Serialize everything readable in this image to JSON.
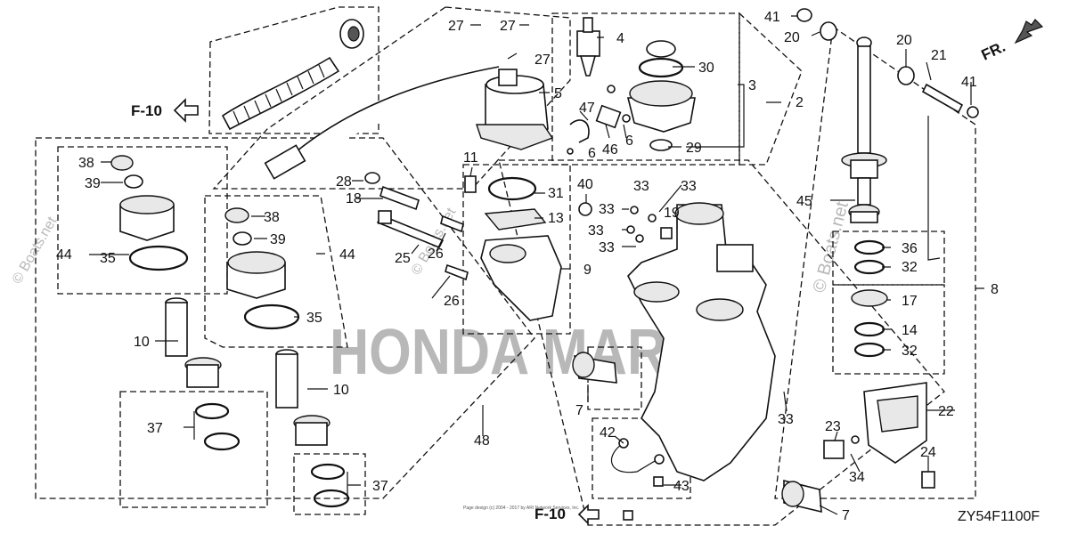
{
  "callouts": [
    {
      "id": "c41a",
      "text": "41"
    },
    {
      "id": "c20a",
      "text": "20"
    },
    {
      "id": "c27a",
      "text": "27"
    },
    {
      "id": "c27b",
      "text": "27"
    },
    {
      "id": "c27c",
      "text": "27"
    },
    {
      "id": "c4",
      "text": "4"
    },
    {
      "id": "c30",
      "text": "30"
    },
    {
      "id": "c3",
      "text": "3"
    },
    {
      "id": "c5",
      "text": "5"
    },
    {
      "id": "c2",
      "text": "2"
    },
    {
      "id": "c47",
      "text": "47"
    },
    {
      "id": "c6a",
      "text": "6"
    },
    {
      "id": "c46",
      "text": "46"
    },
    {
      "id": "c6b",
      "text": "6"
    },
    {
      "id": "c29",
      "text": "29"
    },
    {
      "id": "c20b",
      "text": "20"
    },
    {
      "id": "c21",
      "text": "21"
    },
    {
      "id": "c41b",
      "text": "41"
    },
    {
      "id": "c38a",
      "text": "38"
    },
    {
      "id": "c39a",
      "text": "39"
    },
    {
      "id": "c11",
      "text": "11"
    },
    {
      "id": "c28",
      "text": "28"
    },
    {
      "id": "c18",
      "text": "18"
    },
    {
      "id": "c31",
      "text": "31"
    },
    {
      "id": "c40",
      "text": "40"
    },
    {
      "id": "c33a",
      "text": "33"
    },
    {
      "id": "c33b",
      "text": "33"
    },
    {
      "id": "c33c",
      "text": "33"
    },
    {
      "id": "c33d",
      "text": "33"
    },
    {
      "id": "c33e",
      "text": "33"
    },
    {
      "id": "c19",
      "text": "19"
    },
    {
      "id": "c13",
      "text": "13"
    },
    {
      "id": "c38b",
      "text": "38"
    },
    {
      "id": "c39b",
      "text": "39"
    },
    {
      "id": "c44a",
      "text": "44"
    },
    {
      "id": "c35a",
      "text": "35"
    },
    {
      "id": "c44b",
      "text": "44"
    },
    {
      "id": "c25",
      "text": "25"
    },
    {
      "id": "c26a",
      "text": "26"
    },
    {
      "id": "c26b",
      "text": "26"
    },
    {
      "id": "c9",
      "text": "9"
    },
    {
      "id": "c45",
      "text": "45"
    },
    {
      "id": "c36",
      "text": "36"
    },
    {
      "id": "c32a",
      "text": "32"
    },
    {
      "id": "c8",
      "text": "8"
    },
    {
      "id": "c17",
      "text": "17"
    },
    {
      "id": "c14",
      "text": "14"
    },
    {
      "id": "c32b",
      "text": "32"
    },
    {
      "id": "c35b",
      "text": "35"
    },
    {
      "id": "c10a",
      "text": "10"
    },
    {
      "id": "c10b",
      "text": "10"
    },
    {
      "id": "c7a",
      "text": "7"
    },
    {
      "id": "c33f",
      "text": "33"
    },
    {
      "id": "c22",
      "text": "22"
    },
    {
      "id": "c37a",
      "text": "37"
    },
    {
      "id": "c48",
      "text": "48"
    },
    {
      "id": "c42",
      "text": "42"
    },
    {
      "id": "c23",
      "text": "23"
    },
    {
      "id": "c34",
      "text": "34"
    },
    {
      "id": "c24",
      "text": "24"
    },
    {
      "id": "c43",
      "text": "43"
    },
    {
      "id": "c37b",
      "text": "37"
    },
    {
      "id": "c7b",
      "text": "7"
    }
  ],
  "page_refs": {
    "top_left": "F-10",
    "bottom": "F-10"
  },
  "direction": "FR.",
  "diagram_code": "ZY54F1100F",
  "watermarks": {
    "boats1": "© Boats.net",
    "boats2": "© Boats.net",
    "boats3": "© Boats.net",
    "honda": "HONDA MARINE"
  },
  "copyright": "Page design (c) 2004 - 2017 by ARI Network Services, Inc."
}
